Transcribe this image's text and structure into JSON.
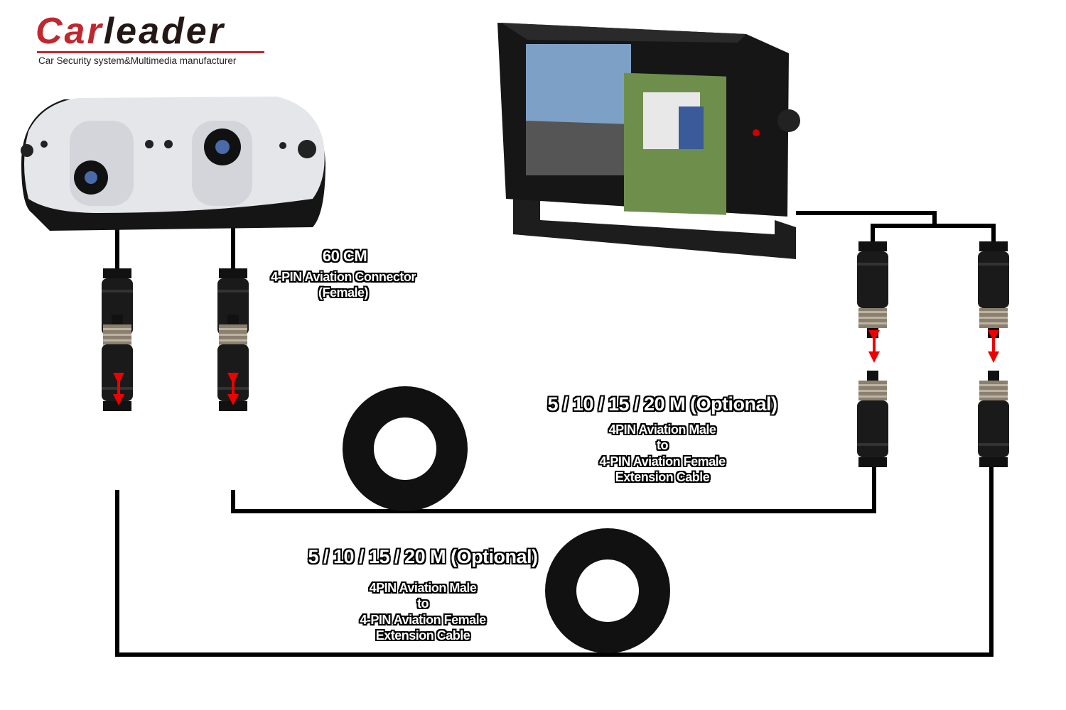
{
  "brand": {
    "name_part1": "Car",
    "name_part2": "leader",
    "tagline": "Car Security system&Multimedia manufacturer",
    "accent": "#c0282e"
  },
  "camera_label": {
    "length": "60 CM",
    "connector": "4-PIN Aviation Connector",
    "gender": "(Female)"
  },
  "cable_1": {
    "length": "5 / 10 / 15 / 20 M (Optional)",
    "line1": "4PIN Aviation Male",
    "line2": "to",
    "line3": "4-PIN Aviation Female",
    "line4": "Extension Cable"
  },
  "cable_2": {
    "length": "5 / 10 / 15 / 20 M (Optional)",
    "line1": "4PIN Aviation Male",
    "line2": "to",
    "line3": "4-PIN Aviation Female",
    "line4": "Extension Cable"
  }
}
